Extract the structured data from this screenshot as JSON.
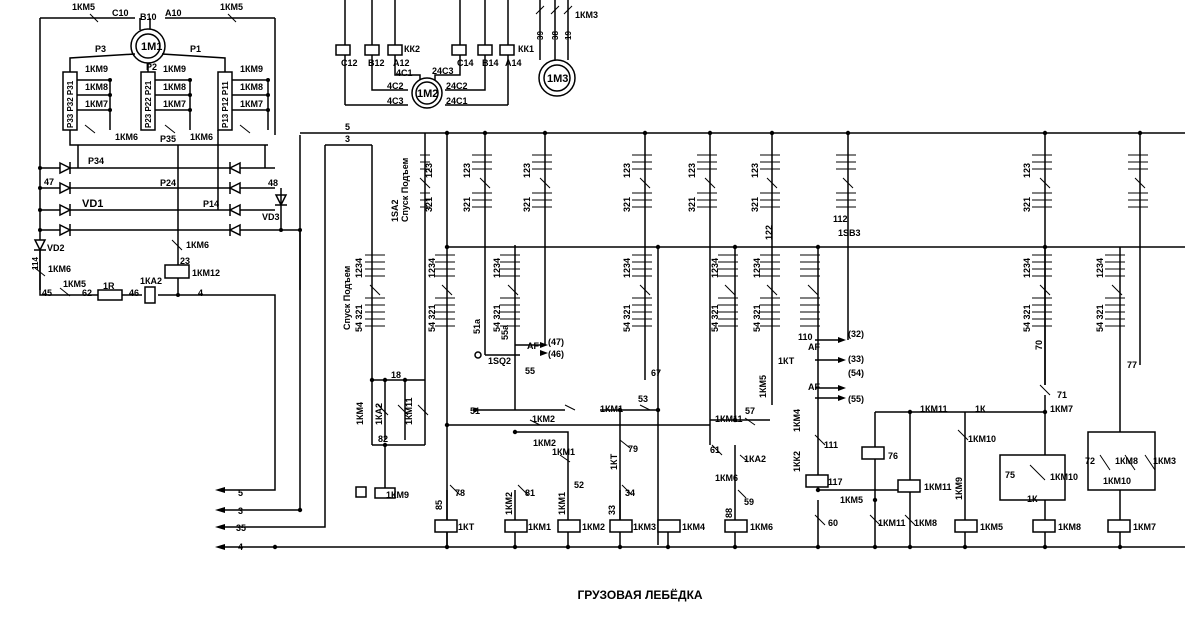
{
  "caption": "ГРУЗОВАЯ ЛЕБЁДКА",
  "motors": {
    "m1": "1М1",
    "m2": "1М2",
    "m3": "1М3"
  },
  "labels_m1": [
    "1КМ5",
    "C10",
    "B10",
    "A10",
    "1КМ5",
    "P3",
    "P1",
    "P2",
    "1КМ9",
    "1КМ8",
    "1КМ7",
    "1КМ9",
    "1КМ8",
    "1КМ7",
    "1КМ9",
    "1КМ8",
    "1КМ7",
    "P33 P32 P31",
    "P23 P22 P21",
    "P13 P12 P11",
    "1КМ6",
    "P35",
    "1КМ6",
    "P34",
    "47",
    "P24",
    "48",
    "VD1",
    "P14",
    "VD3",
    "VD2",
    "114",
    "1КМ6",
    "1КМ6",
    "23",
    "1КМ12",
    "45",
    "1КМ5",
    "62",
    "1R",
    "46",
    "1КА2",
    "4"
  ],
  "labels_m2": [
    "C12",
    "B12",
    "A12",
    "КК2",
    "C14",
    "B14",
    "A14",
    "КК1",
    "4C1",
    "24C3",
    "4C2",
    "24C2",
    "4C3",
    "24C1",
    "39",
    "38",
    "19",
    "1КМ3"
  ],
  "labels_ctrl": [
    "5",
    "3",
    "1SA2",
    "Спуск Подъем",
    "123",
    "321",
    "123",
    "321",
    "123",
    "321",
    "123",
    "321",
    "123",
    "321",
    "123",
    "321",
    "112",
    "1SB3",
    "122",
    "123",
    "321",
    "1234",
    "Спуск Подъем",
    "54 321",
    "1234",
    "54 321",
    "51а",
    "55а",
    "(47)",
    "(46)",
    "AF",
    "1SQ2",
    "55",
    "1234",
    "54 321",
    "1234",
    "54 321",
    "1234",
    "54 321",
    "1КТ",
    "1234",
    "54 321",
    "110",
    "(32)",
    "AF",
    "(33)",
    "(54)",
    "AF",
    "(55)",
    "1234",
    "54 321",
    "70",
    "1234",
    "54 321",
    "77",
    "67",
    "18",
    "1КМ4",
    "1КА2",
    "1КМ11",
    "82",
    "51",
    "1КМ1",
    "53",
    "1КМ2",
    "1КМ2",
    "1КМ1",
    "52",
    "1КТ",
    "79",
    "1КМ11",
    "57",
    "1КМ5",
    "61",
    "1КА2",
    "1КМ6",
    "59",
    "1КМ4",
    "111",
    "1КК2",
    "117",
    "1КМ11",
    "76",
    "1К",
    "1КМ10",
    "1КМ7",
    "71",
    "1КМ11",
    "1КМ9",
    "75",
    "1КМ10",
    "1К",
    "72",
    "1КМ8",
    "1КМ3",
    "1КМ10",
    "85",
    "78",
    "1КМ2",
    "81",
    "1КМ1",
    "33",
    "34",
    "1КМ5",
    "88",
    "60",
    "1КМ11",
    "1КМ8",
    "1КМ9",
    "1КТ",
    "1КМ1",
    "1КМ2",
    "1КМ3",
    "1КМ4",
    "1КМ6",
    "1КМ5",
    "1КМ8",
    "1КМ7",
    "1КМ10"
  ],
  "bus_labels": [
    "5",
    "3",
    "35",
    "4"
  ]
}
